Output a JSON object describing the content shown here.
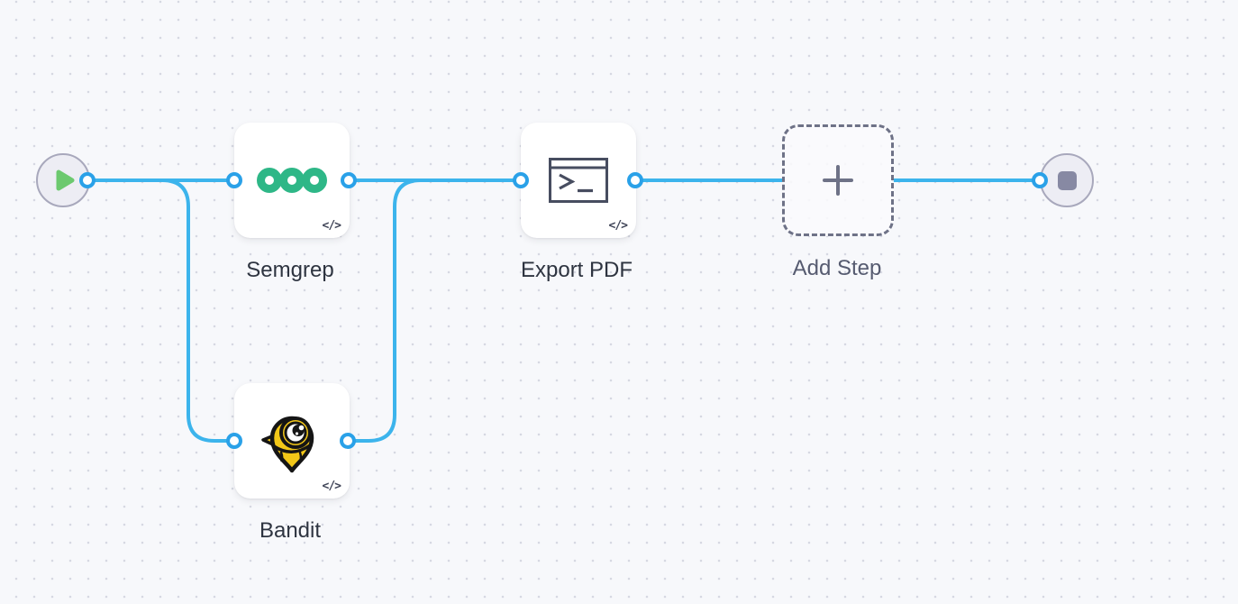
{
  "app": {
    "view": "workflow-pipeline-editor"
  },
  "colors": {
    "connection_blue": "#3cb4ec",
    "port_ring_blue": "#2aa1e8",
    "semgrep_green": "#2eb787",
    "bandit_yellow": "#f2c718",
    "play_green": "#6cc96f",
    "stop_gray": "#8789a3",
    "placeholder_dash_gray": "#6e7287",
    "label_dark": "#2e3440",
    "card_white": "#ffffff",
    "canvas_bg": "#f7f8fb"
  },
  "canvas": {
    "start_node": {
      "id": "start",
      "icon": "play-icon"
    },
    "end_node": {
      "id": "end",
      "icon": "stop-icon"
    },
    "nodes": [
      {
        "id": "semgrep",
        "label": "Semgrep",
        "icon": "semgrep-logo",
        "badge": "</>"
      },
      {
        "id": "bandit",
        "label": "Bandit",
        "icon": "bandit-logo",
        "badge": "</>"
      },
      {
        "id": "export-pdf",
        "label": "Export PDF",
        "icon": "terminal-icon",
        "badge": "</>"
      },
      {
        "id": "add-step",
        "label": "Add Step",
        "icon": "plus-icon",
        "style": "dashed-placeholder"
      }
    ],
    "connections": [
      {
        "from": "start",
        "to": "semgrep"
      },
      {
        "from": "start",
        "to": "bandit"
      },
      {
        "from": "semgrep",
        "to": "export-pdf"
      },
      {
        "from": "bandit",
        "to": "export-pdf"
      },
      {
        "from": "export-pdf",
        "to": "add-step"
      },
      {
        "from": "add-step",
        "to": "end"
      }
    ]
  }
}
